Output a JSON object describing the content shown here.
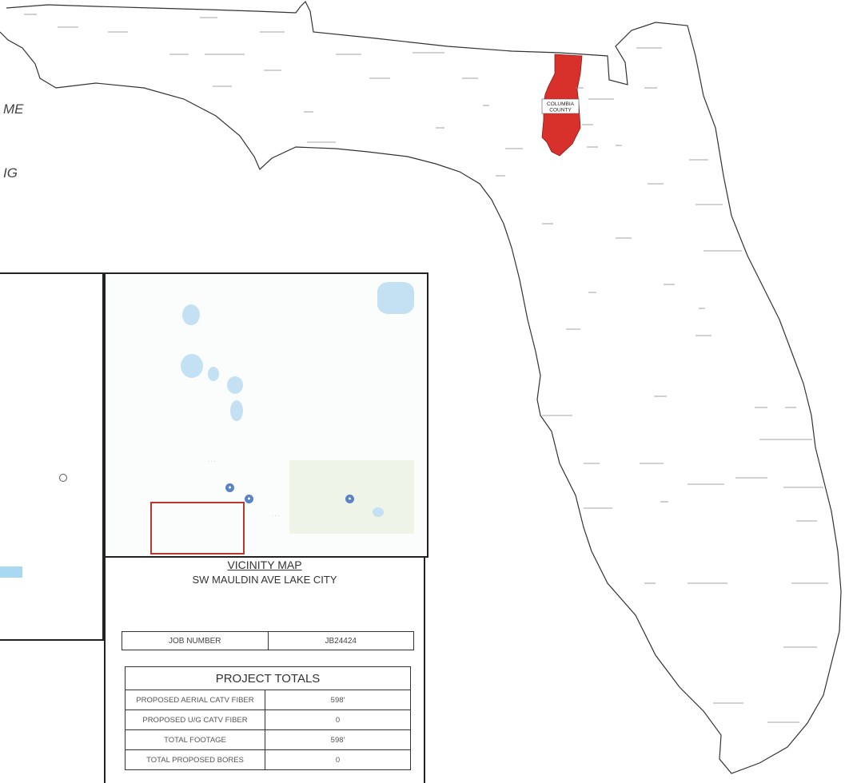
{
  "florida_map": {
    "highlight_color": "#d8312c",
    "outline_color": "#333333",
    "county_label_line1": "COLUMBIA",
    "county_label_line2": "COUNTY"
  },
  "side_text": {
    "line1": "ME",
    "line2": "IG"
  },
  "vicinity_map": {
    "title": "VICINITY MAP",
    "subtitle": "SW MAULDIN AVE  LAKE CITY",
    "parcel_color": "#c0362c",
    "water_color": "#c3e1f3"
  },
  "job": {
    "label": "JOB NUMBER",
    "value": "JB24424"
  },
  "project_totals": {
    "title": "PROJECT TOTALS",
    "rows": [
      {
        "label": "PROPOSED AERIAL CATV FIBER",
        "value": "598'"
      },
      {
        "label": "PROPOSED U/G CATV FIBER",
        "value": "0"
      },
      {
        "label": "TOTAL FOOTAGE",
        "value": "598'"
      },
      {
        "label": "TOTAL PROPOSED BORES",
        "value": "0"
      }
    ]
  }
}
